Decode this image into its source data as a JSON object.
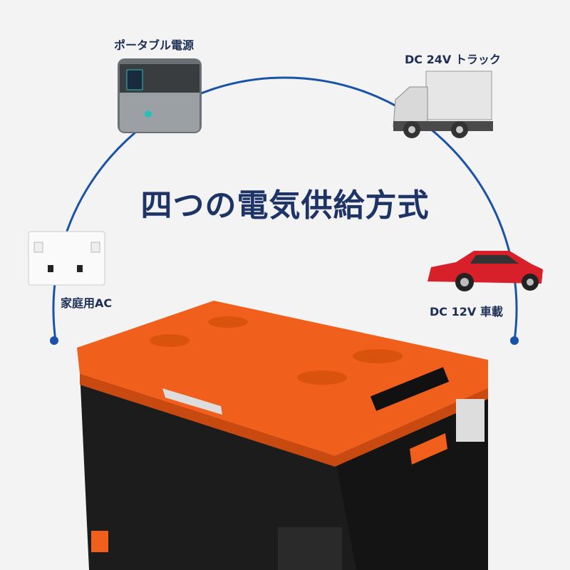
{
  "title": "四つの電気供給方式",
  "sources": [
    {
      "label": "ポータブル電源",
      "icon": "portable-power-station"
    },
    {
      "label": "DC 24V トラック",
      "icon": "truck"
    },
    {
      "label": "家庭用AC",
      "icon": "wall-outlet"
    },
    {
      "label": "DC 12V 車載",
      "icon": "car"
    }
  ],
  "colors": {
    "arc": "#1a52a8",
    "title": "#1e3366",
    "lid": "#f0601c",
    "body": "#1a1a1a"
  }
}
